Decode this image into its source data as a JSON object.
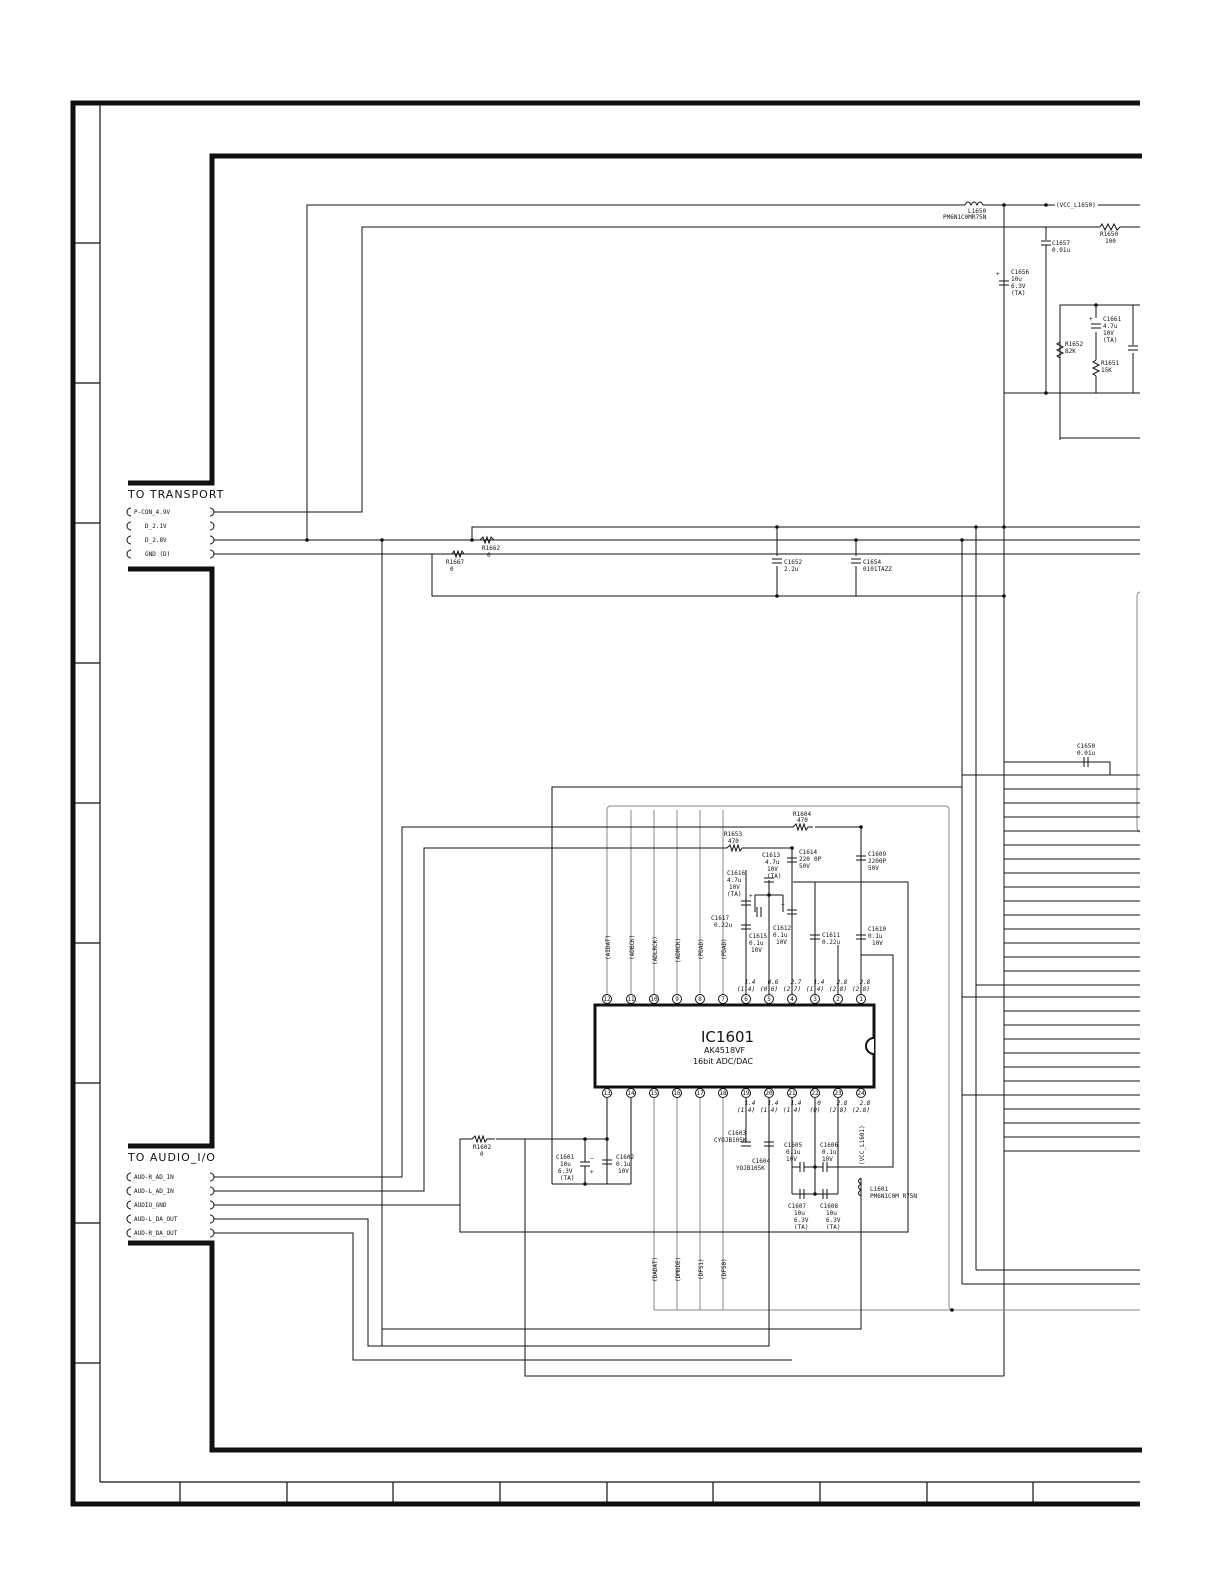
{
  "transport": {
    "title": "TO  TRANSPORT",
    "pins": [
      "P-CON_4.9V",
      "D_2.1V",
      "D_2.8V",
      "GND (D)"
    ]
  },
  "audio_io": {
    "title": "TO  AUDIO_I/O",
    "pins": [
      "AUD-R_AD_IN",
      "AUD-L_AD_IN",
      "AUDIO_GND",
      "AUD-L_DA_OUT",
      "AUD-R_DA_OUT"
    ]
  },
  "ic": {
    "ref": "IC1601",
    "part": "AK4518VF",
    "desc": "16bit ADC/DAC",
    "top_pins": [
      "12",
      "11",
      "10",
      "9",
      "8",
      "7",
      "6",
      "5",
      "4",
      "3",
      "2",
      "1"
    ],
    "bottom_pins": [
      "13",
      "14",
      "15",
      "16",
      "17",
      "18",
      "19",
      "20",
      "21",
      "22",
      "23",
      "24"
    ],
    "top_voltages": [
      "1.4",
      "0.6",
      "2.7",
      "1.4",
      "2.8",
      "2.8"
    ],
    "top_voltages_paren": [
      "(1.4)",
      "(0.6)",
      "(2.7)",
      "(1.4)",
      "(2.8)",
      "(2.8)"
    ],
    "bottom_voltages": [
      "1.4",
      "1.4",
      "1.4",
      "0",
      "2.8",
      "2.8"
    ],
    "bottom_voltages_paren": [
      "(1.4)",
      "(1.4)",
      "(1.4)",
      "(0)",
      "(2.8)",
      "(2.8)"
    ]
  },
  "net_labels_top": [
    "(AIDAT)",
    "(ADBCK)",
    "(ADLRCK)",
    "(ADMCK)",
    "(PDAD)",
    "(PDAD)"
  ],
  "net_labels_bottom": [
    "(DADAT)",
    "(DMODE)",
    "(DFS1)",
    "(DFS0)"
  ],
  "net_labels_misc": {
    "vcc_l1650": "(VCC_L1650)",
    "vcc_l1601": "(VCC_L1601)"
  },
  "components": {
    "L1650": {
      "ref": "L1650",
      "value": "PM6N1C0MR75N"
    },
    "R1650": {
      "ref": "R1650",
      "value": "100"
    },
    "C1657": {
      "ref": "C1657",
      "value": "0.01u"
    },
    "C1656": {
      "ref": "C1656",
      "value": "10u",
      "v": "6.3V",
      "type": "(TA)"
    },
    "C1661": {
      "ref": "C1661",
      "value": "4.7u",
      "v": "10V",
      "type": "(TA)"
    },
    "R1652": {
      "ref": "R1652",
      "value": "82K"
    },
    "R1651": {
      "ref": "R1651",
      "value": "15K"
    },
    "R1667": {
      "ref": "R1667",
      "value": "0"
    },
    "R1662": {
      "ref": "R1662",
      "value": "0"
    },
    "C1652": {
      "ref": "C1652",
      "value": "2.2u"
    },
    "C1654": {
      "ref": "C1654",
      "value": "0101TAZZ"
    },
    "C1650": {
      "ref": "C1650",
      "value": "0.01u"
    },
    "R1604": {
      "ref": "R1604",
      "value": "470"
    },
    "R1653": {
      "ref": "R1653",
      "value": "470"
    },
    "C1614": {
      "ref": "C1614",
      "value": "220",
      "v": "0P",
      "type": "50V"
    },
    "C1609": {
      "ref": "C1609",
      "value": "2200P",
      "v": "50V"
    },
    "C1613": {
      "ref": "C1613",
      "value": "4.7u",
      "v": "10V",
      "type": "(TA)"
    },
    "C1616": {
      "ref": "C1616",
      "value": "4.7u",
      "v": "10V",
      "type": "(TA)"
    },
    "C1617": {
      "ref": "C1617",
      "value": "0.22u"
    },
    "C1615": {
      "ref": "C1615",
      "value": "0.1u",
      "v": "10V"
    },
    "C1612": {
      "ref": "C1612",
      "value": "0.1u",
      "v": "10V"
    },
    "C1611": {
      "ref": "C1611",
      "value": "0.22u"
    },
    "C1610": {
      "ref": "C1610",
      "value": "0.1u",
      "v": "10V"
    },
    "R1602": {
      "ref": "R1602",
      "value": "0"
    },
    "C1601": {
      "ref": "C1601",
      "value": "10u",
      "v": "6.3V",
      "type": "(TA)"
    },
    "C1602": {
      "ref": "C1602",
      "value": "0.1u",
      "v": "10V"
    },
    "C1603": {
      "ref": "C1603",
      "value": "CYOJB105K"
    },
    "C1604": {
      "ref": "C1604",
      "value": "YOJB105K"
    },
    "C1605": {
      "ref": "C1605",
      "value": "0.1u",
      "v": "10V"
    },
    "C1606": {
      "ref": "C1606",
      "value": "0.1u",
      "v": "10V"
    },
    "C1607": {
      "ref": "C1607",
      "value": "10u",
      "v": "6.3V",
      "type": "(TA)"
    },
    "C1608": {
      "ref": "C1608",
      "value": "10u",
      "v": "6.3V",
      "type": "(TA)"
    },
    "L1601": {
      "ref": "L1601",
      "value": "PM6N1C0M R75N"
    }
  }
}
